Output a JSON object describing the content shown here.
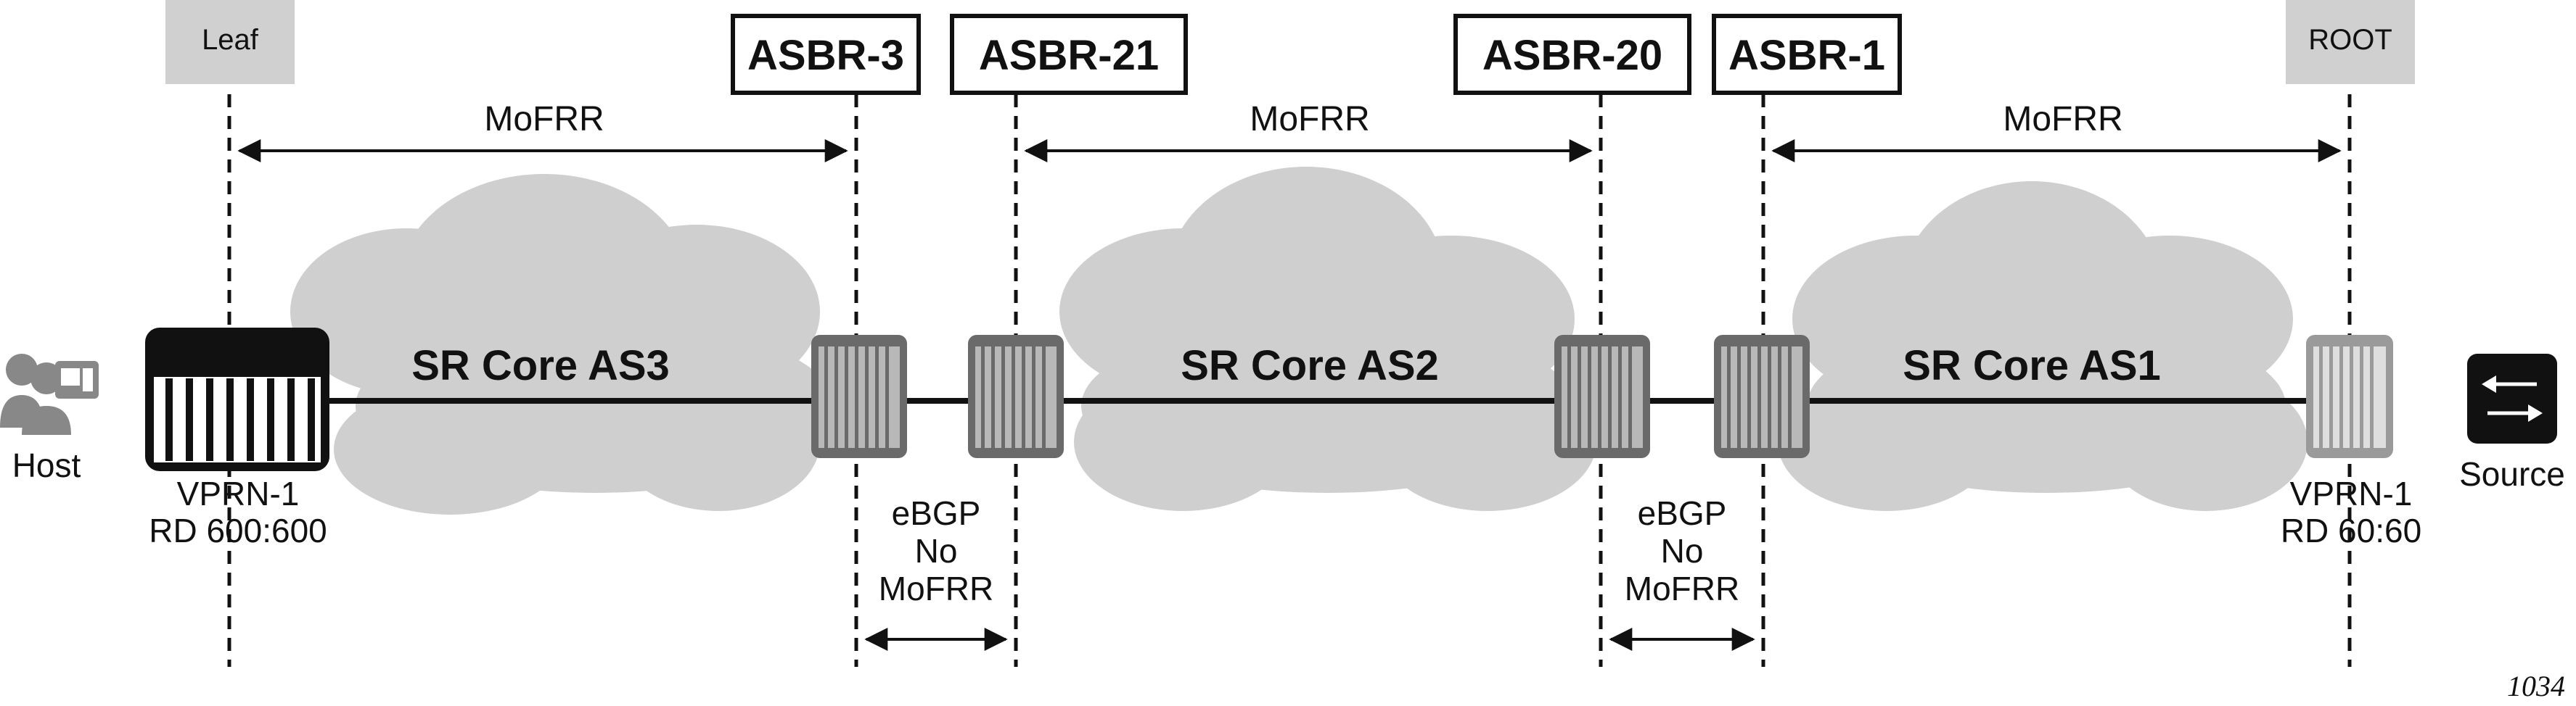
{
  "tags": {
    "leaf": "Leaf",
    "root": "ROOT"
  },
  "asbr": {
    "asbr3": "ASBR-3",
    "asbr21": "ASBR-21",
    "asbr20": "ASBR-20",
    "asbr1": "ASBR-1"
  },
  "mofrr": {
    "left": "MoFRR",
    "mid": "MoFRR",
    "right": "MoFRR"
  },
  "clouds": {
    "as3": "SR Core AS3",
    "as2": "SR Core AS2",
    "as1": "SR Core AS1"
  },
  "host": {
    "label": "Host"
  },
  "source": {
    "label": "Source"
  },
  "leaf_router": {
    "line1": "VPRN-1",
    "line2": "RD 600:600"
  },
  "root_router": {
    "line1": "VPRN-1",
    "line2": "RD 60:60"
  },
  "ebgp_left": {
    "line1": "eBGP",
    "line2": "No",
    "line3": "MoFRR"
  },
  "ebgp_right": {
    "line1": "eBGP",
    "line2": "No",
    "line3": "MoFRR"
  },
  "figure_number": "1034",
  "colors": {
    "cloud": "#cfcfcf",
    "tag": "#d0d0d0",
    "router_dark": "#6a6a6a",
    "router_black": "#111111"
  }
}
